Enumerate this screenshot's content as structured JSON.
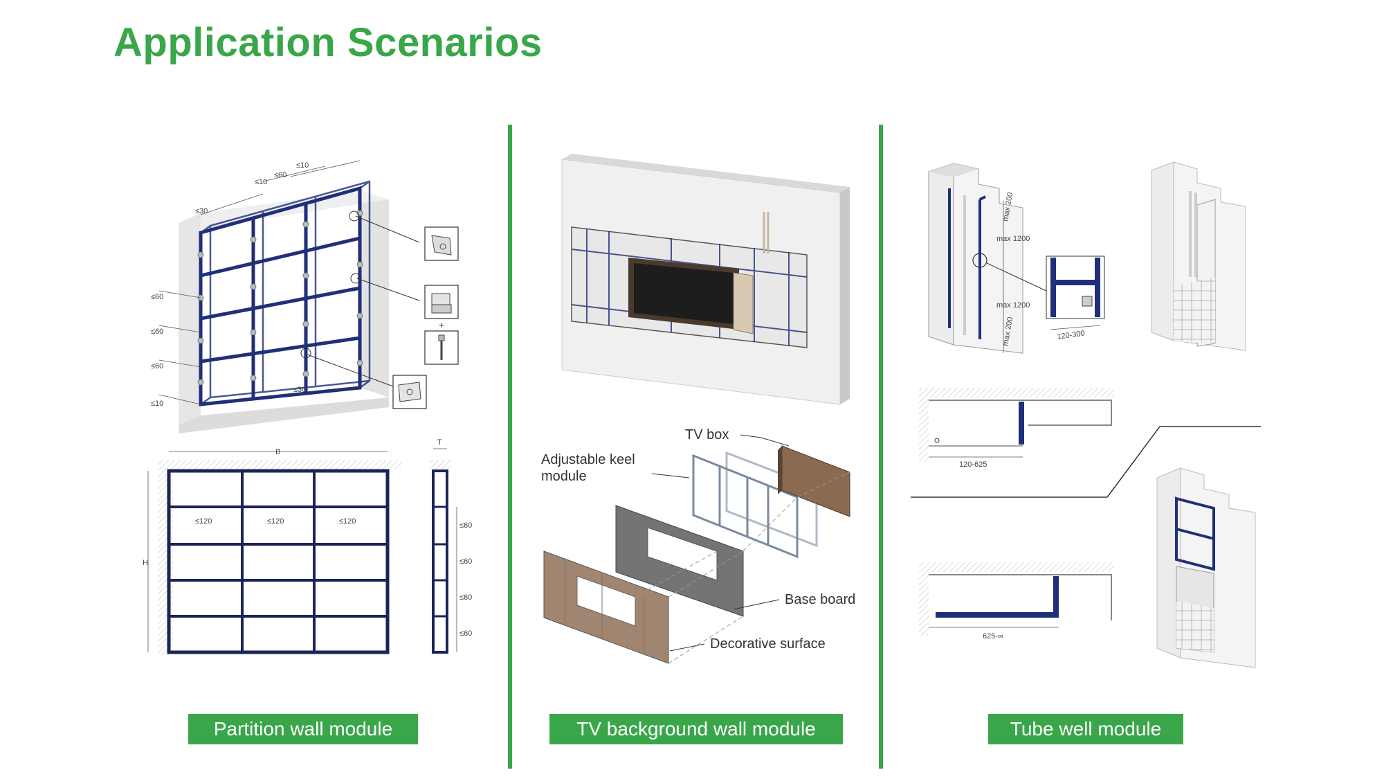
{
  "page": {
    "title": "Application Scenarios"
  },
  "colors": {
    "accent_green": "#3aa64a",
    "frame_blue": "#1f2f7a",
    "outline": "#333333",
    "wall_gray": "#e3e3e3"
  },
  "sections": [
    {
      "label": "Partition wall module",
      "iso_dims": [
        "≤10",
        "≤60",
        "≤10",
        "≤30",
        "≤60",
        "≤60",
        "≤60",
        "≤10",
        "≤30"
      ],
      "elevation_dims": {
        "width": "B",
        "height": "H",
        "thickness": "T",
        "cells": [
          "≤120",
          "≤120",
          "≤120"
        ],
        "rows": [
          "≤60",
          "≤60",
          "≤60",
          "≤60"
        ]
      }
    },
    {
      "label": "TV background wall module",
      "callouts": {
        "tv_box": "TV box",
        "keel_line1": "Adjustable keel",
        "keel_line2": "module",
        "base_board": "Base board",
        "decorative": "Decorative surface"
      }
    },
    {
      "label": "Tube well module",
      "dims": {
        "max200_a": "max 200",
        "max1200_a": "max 1200",
        "max1200_b": "max 1200",
        "max200_b": "max 200",
        "detail_range": "120-300",
        "plan_range_1": "120-625",
        "plan_range_2": "625-∞"
      }
    }
  ]
}
